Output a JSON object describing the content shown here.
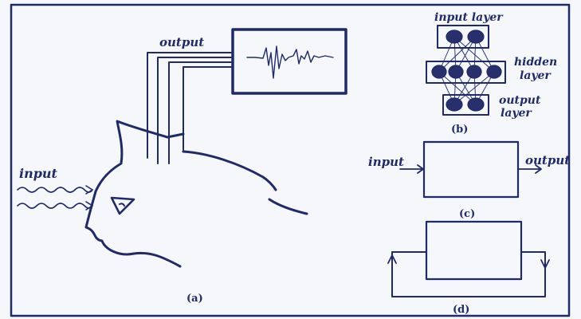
{
  "figure": {
    "labels": {
      "input_a": "input",
      "output_a": "output",
      "input_layer": "input layer",
      "hidden_layer_1": "hidden",
      "hidden_layer_2": "layer",
      "output_layer_1": "output",
      "output_layer_2": "layer",
      "input_c": "input",
      "output_c": "output"
    },
    "captions": {
      "a": "(a)",
      "b": "(b)",
      "c": "(c)",
      "d": "(d)"
    },
    "colors": {
      "ink": "#1f2a6b",
      "background": "#f6f7fb"
    }
  }
}
